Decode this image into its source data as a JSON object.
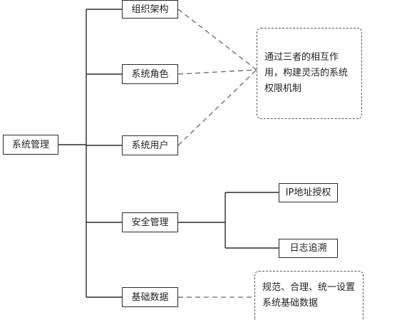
{
  "root": {
    "label": "系统管理"
  },
  "branches": [
    {
      "label": "组织架构"
    },
    {
      "label": "系统角色"
    },
    {
      "label": "系统用户"
    },
    {
      "label": "安全管理",
      "children": [
        "IP地址授权",
        "日志追溯"
      ]
    },
    {
      "label": "基础数据"
    }
  ],
  "notes": [
    {
      "text": "通过三者的相互作用，构建灵活的系统权限机制"
    },
    {
      "text": "规范、合理、统一设置系统基础数据"
    }
  ],
  "colors": {
    "line": "#2b2b2b",
    "dashed": "#666666"
  }
}
